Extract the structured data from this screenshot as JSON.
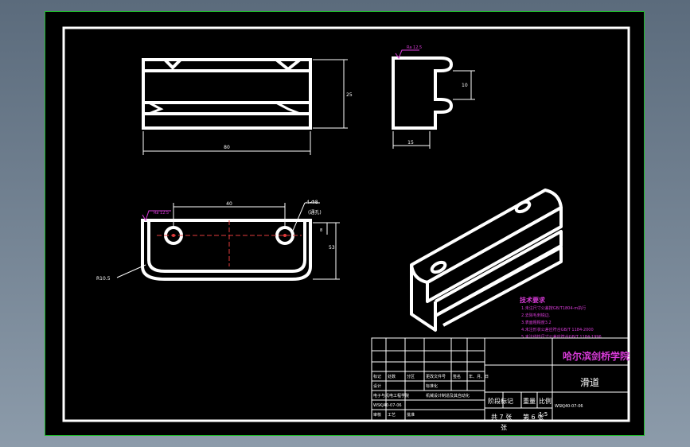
{
  "title_block": {
    "school": "哈尔滨剑桥学院",
    "part_name": "滑道",
    "drawing_no": "WSKJ40-07-06",
    "stage_label": "阶段标记",
    "weight_label": "重量",
    "scale_label": "比例",
    "scale_value": "1:5",
    "sheets_total": "共 7 张",
    "sheet_no": "第 6 张",
    "bom_row_1": [
      "标记",
      "处数",
      "分区",
      "更改文件号",
      "签名",
      "年、月、日"
    ],
    "bom_row_2": [
      "设计",
      "",
      "",
      "标准化",
      "",
      ""
    ],
    "row_designer": "电子与机电工程学院",
    "row_standard": "机械设计制造及其自动化",
    "row_check": "审核",
    "row_process": "工艺",
    "row_approve": "批准",
    "owner": "WSKJ40-07-06",
    "company_mark": "张"
  },
  "tech_req": {
    "heading": "技术要求",
    "lines": [
      "1.未注尺寸公差按GB/T1804-m执行",
      "2.去除毛刺锐边.",
      "3.表面粗糙度3.2",
      "4.未注形状公差应符合GB/T 1184-2000",
      "5.未注线性尺寸公差应符合GB/T 1184-1996"
    ]
  },
  "dimensions": {
    "front_length": "80",
    "front_height": "25",
    "side_width": "15",
    "side_slot": "10",
    "hole_spacing": "40",
    "bottom_height": "53",
    "bottom_small": "8",
    "hole_note_1": "4-Φ8",
    "hole_note_2": "(通孔)",
    "fillet": "R10.5",
    "roughness_1": "Ra 12.5",
    "roughness_2": "Ra 12.5"
  }
}
